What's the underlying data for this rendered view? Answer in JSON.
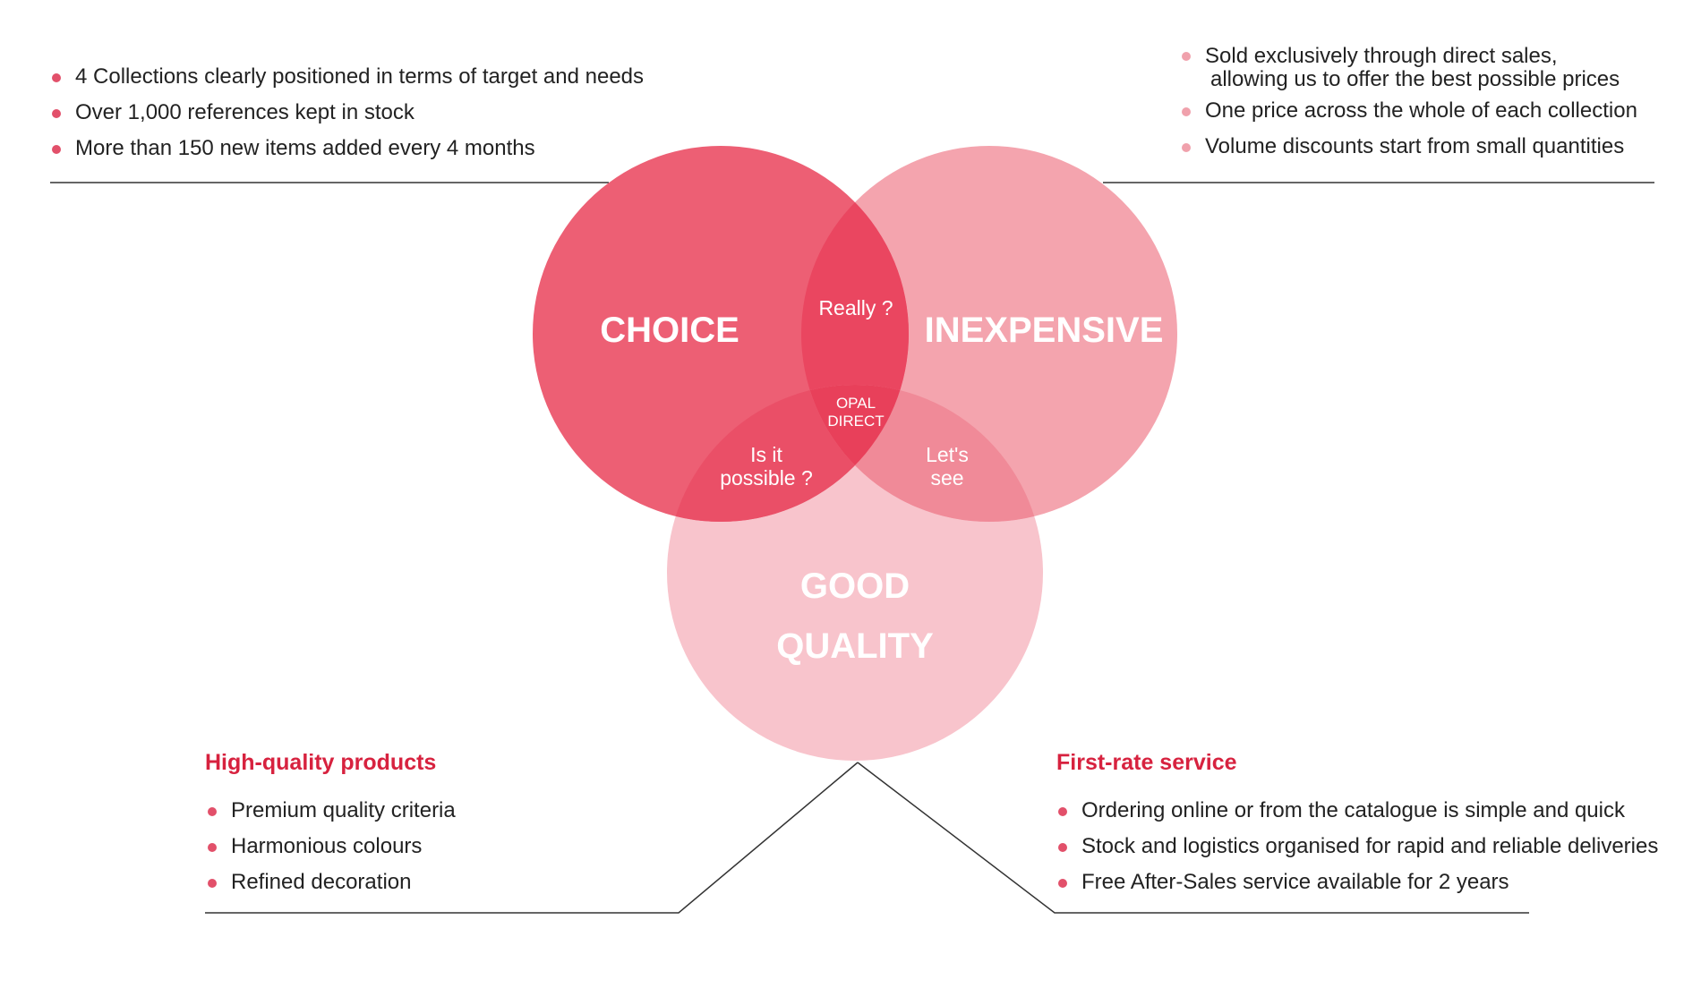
{
  "colors": {
    "circle_choice": "#e94a64",
    "circle_inexpensive": "#f399a5",
    "circle_quality": "#f8bfc8",
    "bullet_dark": "#e2506a",
    "bullet_light": "#f0a1ac",
    "heading_red": "#d7223f",
    "rule_line": "#333333"
  },
  "circles": {
    "choice": "CHOICE",
    "inexpensive": "INEXPENSIVE",
    "quality_line1": "GOOD",
    "quality_line2": "QUALITY"
  },
  "overlaps": {
    "choice_inexpensive": "Really ?",
    "choice_quality_line1": "Is it",
    "choice_quality_line2": "possible ?",
    "inexpensive_quality_line1": "Let's",
    "inexpensive_quality_line2": "see",
    "center_line1": "OPAL",
    "center_line2": "DIRECT"
  },
  "top_left": {
    "items": [
      "4 Collections clearly positioned in terms of target and needs",
      "Over 1,000 references kept in stock",
      "More than 150 new items added every 4 months"
    ]
  },
  "top_right": {
    "items": [
      {
        "line1": "Sold exclusively through direct sales,",
        "line2": "allowing us to offer the best possible prices"
      },
      {
        "line1": "One price across the whole of each collection"
      },
      {
        "line1": "Volume discounts start from small quantities"
      }
    ]
  },
  "bottom_left": {
    "heading": "High-quality products",
    "items": [
      "Premium quality criteria",
      "Harmonious colours",
      "Refined decoration"
    ]
  },
  "bottom_right": {
    "heading": "First-rate service",
    "items": [
      "Ordering online or from the catalogue is simple and quick",
      "Stock and logistics organised for rapid and reliable deliveries",
      "Free After-Sales service available for 2 years"
    ]
  }
}
